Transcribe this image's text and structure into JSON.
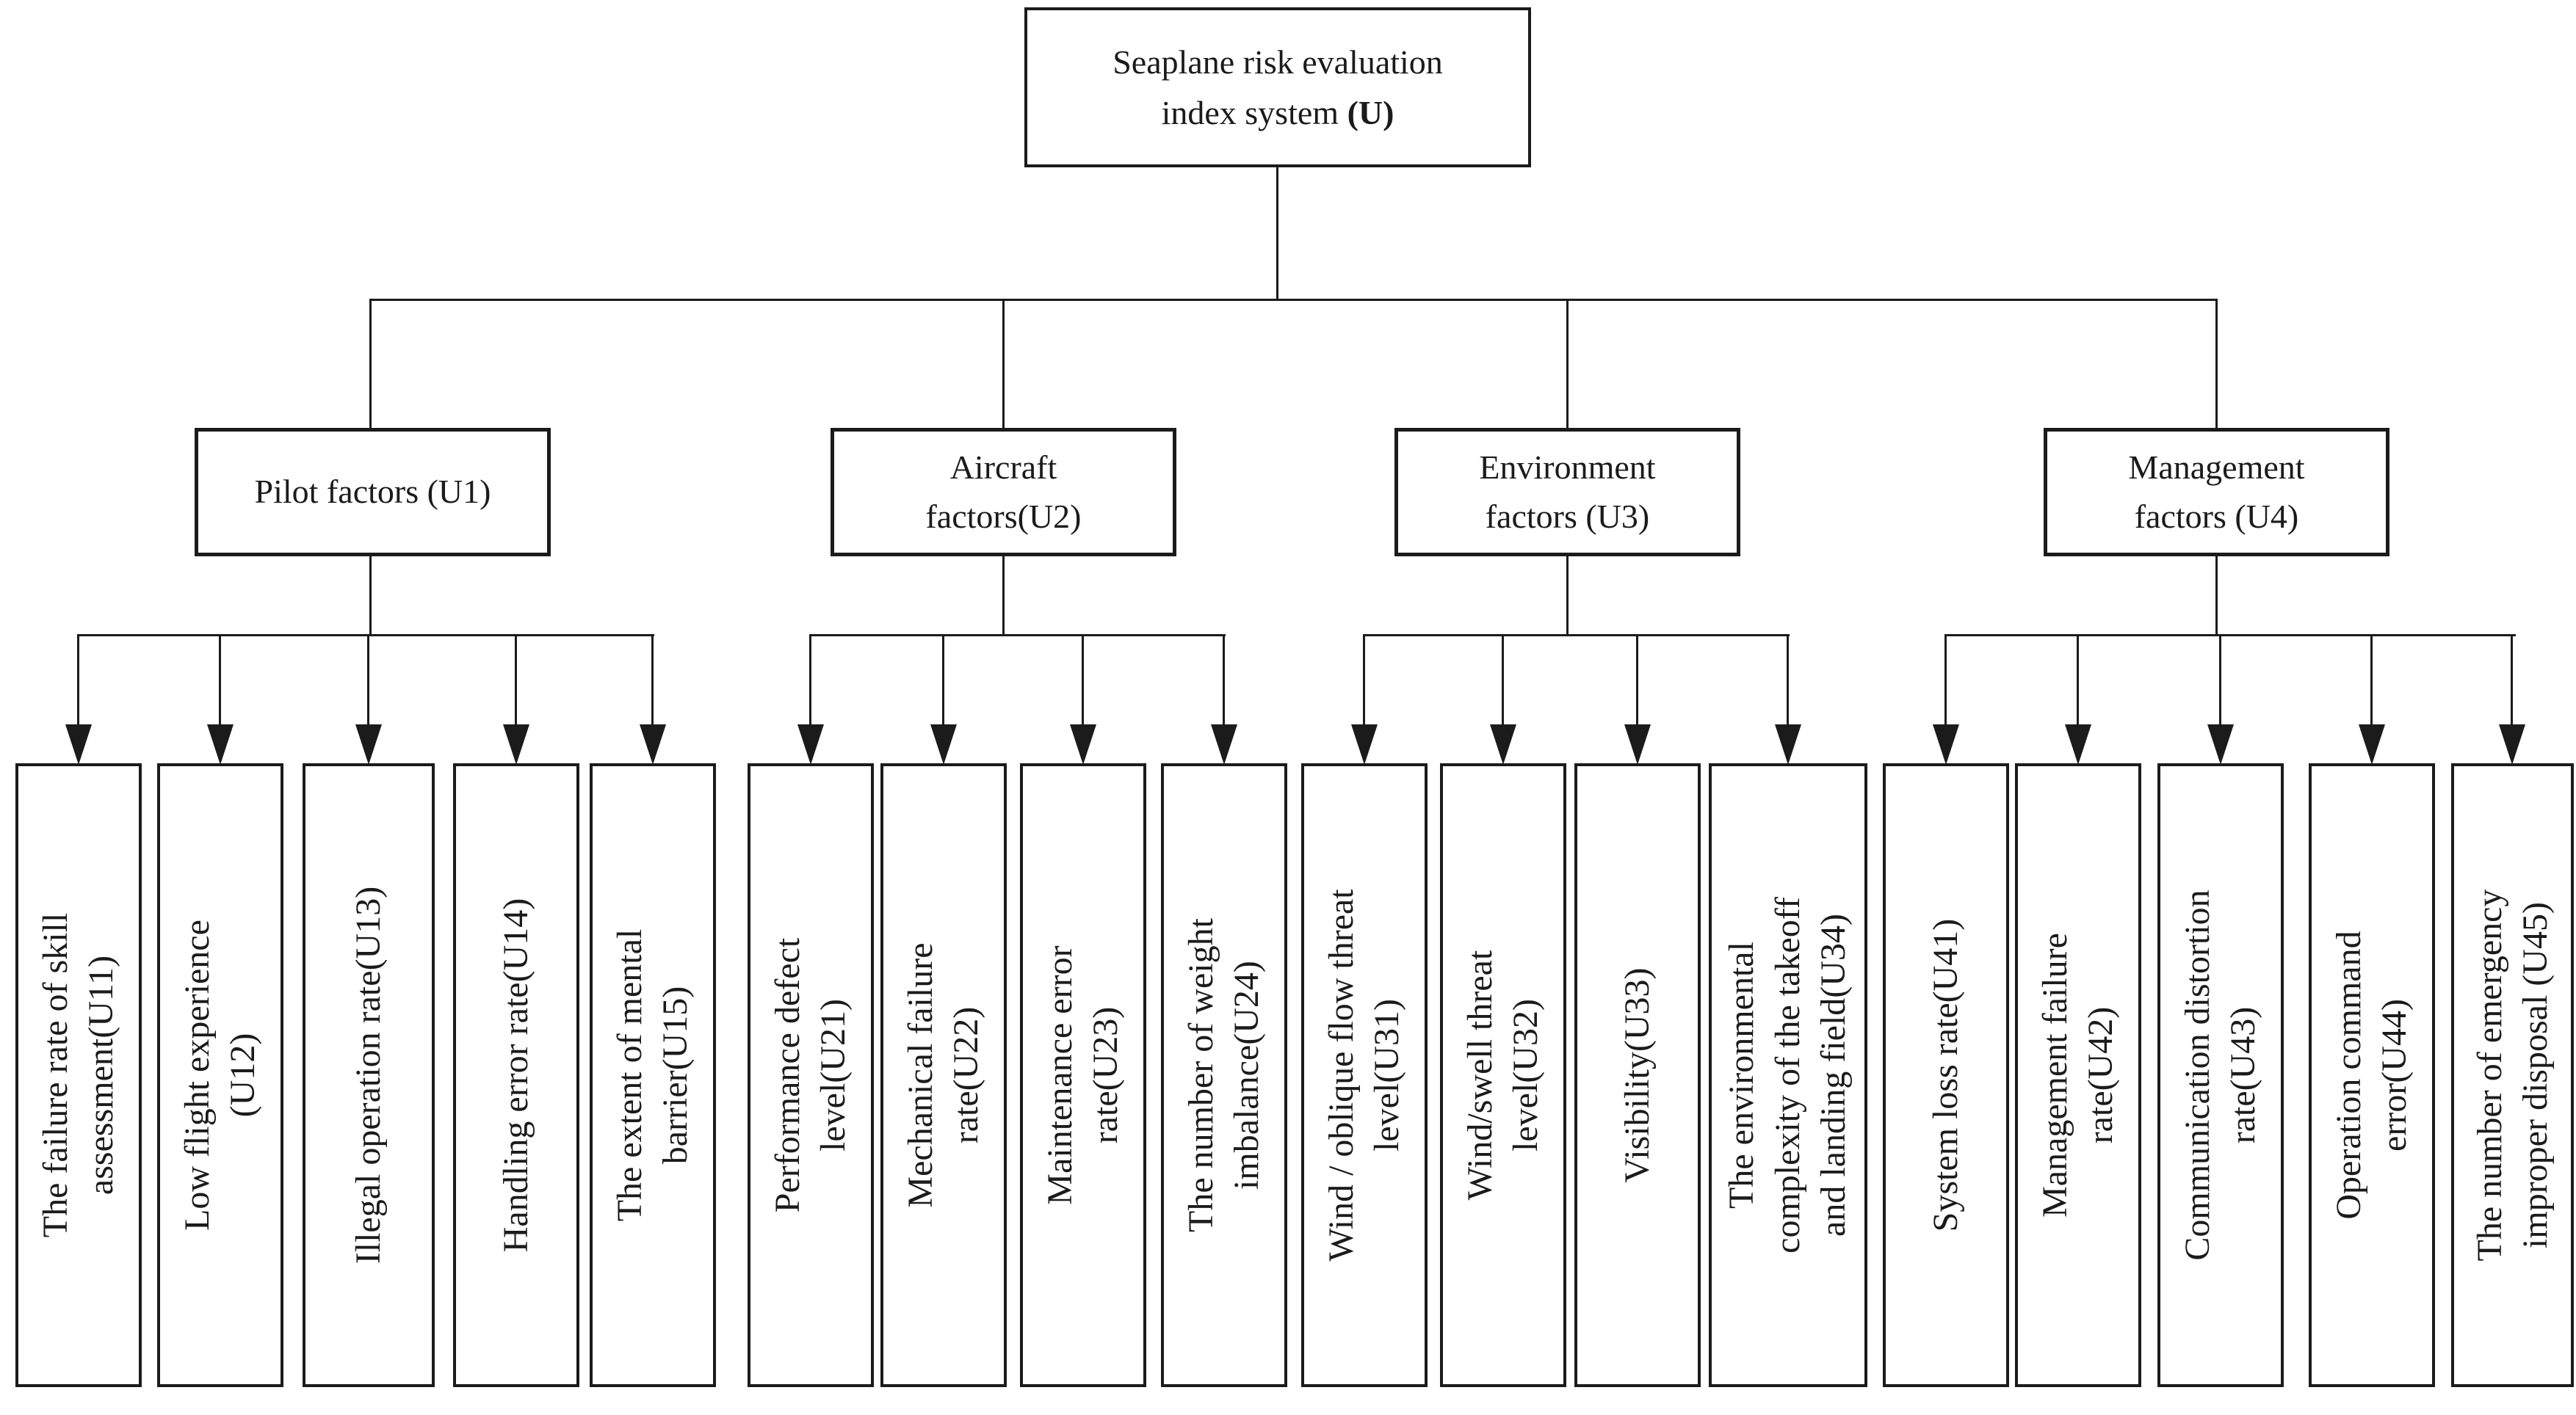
{
  "diagram_title": "Seaplane risk evaluation index system (U)",
  "root": {
    "line1": "Seaplane risk evaluation",
    "line2": "index system",
    "code": "(U)"
  },
  "branches": [
    {
      "code": "U1",
      "lines": [
        "Pilot factors (U1)"
      ],
      "children": [
        {
          "code": "U11",
          "lines": [
            "The failure rate of skill",
            "assessment(U11)"
          ]
        },
        {
          "code": "U12",
          "lines": [
            "Low flight experience",
            "(U12)"
          ]
        },
        {
          "code": "U13",
          "lines": [
            "Illegal operation rate(U13)"
          ]
        },
        {
          "code": "U14",
          "lines": [
            "Handling error rate(U14)"
          ]
        },
        {
          "code": "U15",
          "lines": [
            "The extent of mental",
            "barrier(U15)"
          ]
        }
      ]
    },
    {
      "code": "U2",
      "lines": [
        "Aircraft",
        "factors(U2)"
      ],
      "children": [
        {
          "code": "U21",
          "lines": [
            "Performance defect",
            "level(U21)"
          ]
        },
        {
          "code": "U22",
          "lines": [
            "Mechanical failure",
            "rate(U22)"
          ]
        },
        {
          "code": "U23",
          "lines": [
            "Maintenance error",
            "rate(U23)"
          ]
        },
        {
          "code": "U24",
          "lines": [
            "The number of weight",
            "imbalance(U24)"
          ]
        }
      ]
    },
    {
      "code": "U3",
      "lines": [
        "Environment",
        "factors (U3)"
      ],
      "children": [
        {
          "code": "U31",
          "lines": [
            "Wind / oblique flow threat",
            "level(U31)"
          ]
        },
        {
          "code": "U32",
          "lines": [
            "Wind/swell threat",
            "level(U32)"
          ]
        },
        {
          "code": "U33",
          "lines": [
            "Visibility(U33)"
          ]
        },
        {
          "code": "U34",
          "lines": [
            "The environmental",
            "complexity  of the takeoff",
            "and landing field(U34)"
          ]
        }
      ]
    },
    {
      "code": "U4",
      "lines": [
        "Management",
        "factors (U4)"
      ],
      "children": [
        {
          "code": "U41",
          "lines": [
            "System loss rate(U41)"
          ]
        },
        {
          "code": "U42",
          "lines": [
            "Management failure",
            "rate(U42)"
          ]
        },
        {
          "code": "U43",
          "lines": [
            "Communication distortion",
            "rate(U43)"
          ]
        },
        {
          "code": "U44",
          "lines": [
            "Operation command",
            "error(U44)"
          ]
        },
        {
          "code": "U45",
          "lines": [
            "The number of emergency",
            "improper disposal (U45)"
          ]
        }
      ]
    }
  ],
  "colors": {
    "line": "#1b1b1b",
    "text": "#1b1b1b",
    "background": "#ffffff"
  }
}
